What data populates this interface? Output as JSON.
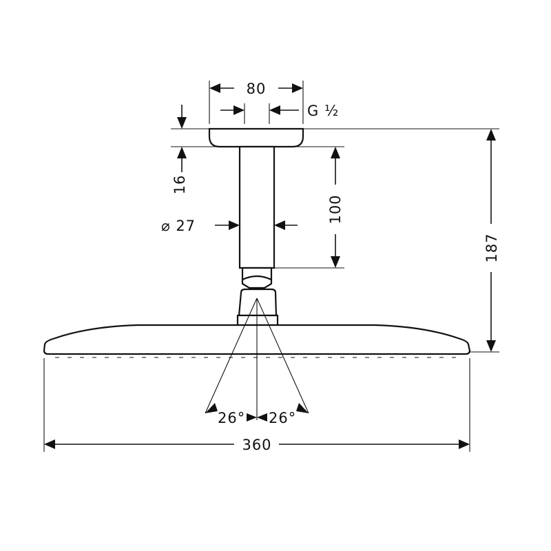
{
  "dimensions": {
    "flange_width": "80",
    "thread": "G ½",
    "flange_height": "16",
    "arm_diameter": "⌀ 27",
    "arm_length": "100",
    "total_height": "187",
    "tilt_left": "26°",
    "tilt_right": "26°",
    "head_width": "360"
  }
}
